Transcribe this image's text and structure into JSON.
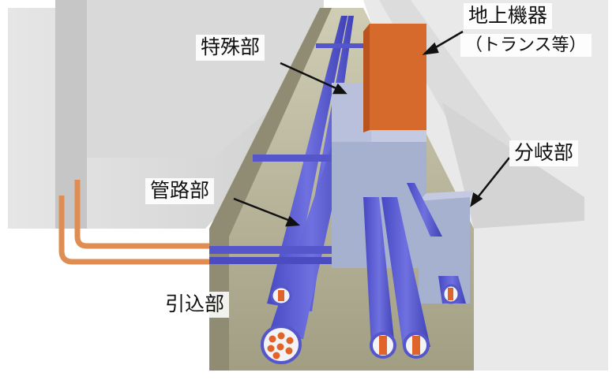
{
  "labels": {
    "above_ground_equipment": "地上機器",
    "above_ground_equipment_note": "（トランス等）",
    "special_section": "特殊部",
    "branch_section": "分岐部",
    "conduit_section": "管路部",
    "lead_in_section": "引込部"
  },
  "colors": {
    "conduit": "#5a5ccf",
    "transformer": "#d56a2c",
    "box": "#a6b0cf",
    "trench_floor": "#a8a689",
    "cable_core": "#e0642a"
  }
}
